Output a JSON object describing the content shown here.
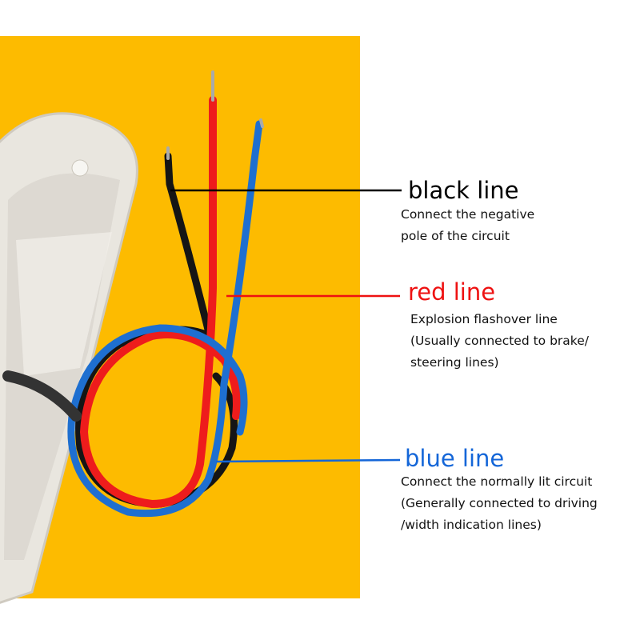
{
  "colors": {
    "background": "#FDBB00",
    "black_wire": "#111111",
    "red_wire": "#EE1C1C",
    "blue_wire": "#1E6FD0"
  },
  "labels": [
    {
      "title": "black line",
      "color": "#000000",
      "lines": [
        "Connect the negative",
        "pole of the circuit"
      ]
    },
    {
      "title": "red line",
      "color": "#EE1111",
      "lines": [
        "Explosion flashover line",
        "(Usually connected to brake/",
        "steering lines)"
      ]
    },
    {
      "title": "blue line",
      "color": "#1466D8",
      "lines": [
        "Connect the normally lit circuit",
        "(Generally connected to driving",
        "/width indication lines)"
      ]
    }
  ]
}
